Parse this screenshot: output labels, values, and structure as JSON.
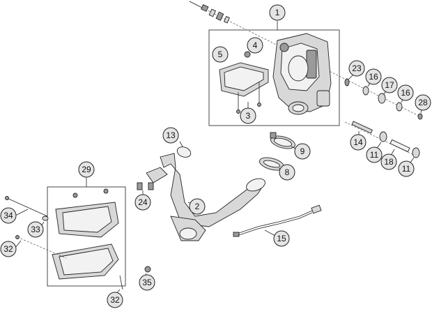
{
  "callouts": [
    {
      "id": "c1",
      "label": "1"
    },
    {
      "id": "c2",
      "label": "2"
    },
    {
      "id": "c3",
      "label": "3"
    },
    {
      "id": "c4",
      "label": "4"
    },
    {
      "id": "c5",
      "label": "5"
    },
    {
      "id": "c8",
      "label": "8"
    },
    {
      "id": "c9",
      "label": "9"
    },
    {
      "id": "c11a",
      "label": "11"
    },
    {
      "id": "c11b",
      "label": "11"
    },
    {
      "id": "c13",
      "label": "13"
    },
    {
      "id": "c14",
      "label": "14"
    },
    {
      "id": "c15",
      "label": "15"
    },
    {
      "id": "c16a",
      "label": "16"
    },
    {
      "id": "c16b",
      "label": "16"
    },
    {
      "id": "c17",
      "label": "17"
    },
    {
      "id": "c18",
      "label": "18"
    },
    {
      "id": "c23",
      "label": "23"
    },
    {
      "id": "c24",
      "label": "24"
    },
    {
      "id": "c28",
      "label": "28"
    },
    {
      "id": "c29",
      "label": "29"
    },
    {
      "id": "c32a",
      "label": "32"
    },
    {
      "id": "c32b",
      "label": "32"
    },
    {
      "id": "c33",
      "label": "33"
    },
    {
      "id": "c34",
      "label": "34"
    },
    {
      "id": "c35",
      "label": "35"
    }
  ],
  "colors": {
    "callout_fill": "#e4e4e4",
    "stroke": "#222222",
    "part_fill": "#d8d8d8"
  }
}
